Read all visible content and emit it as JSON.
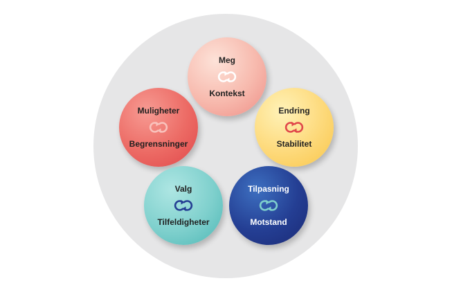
{
  "colors": {
    "ring": "#e6e6e7",
    "meg": "#f7b9ad",
    "endring": "#fdd97a",
    "muligheter": "#ec6a64",
    "valg": "#7fd0cd",
    "tilpasning": "#243e93"
  },
  "nodes": {
    "meg": {
      "top_label": "Meg",
      "bottom_label": "Kontekst",
      "icon": "cycle-arrows-icon",
      "icon_color": "#ffffff"
    },
    "endring": {
      "top_label": "Endring",
      "bottom_label": "Stabilitet",
      "icon": "cycle-arrows-icon",
      "icon_color": "#e0474a"
    },
    "muligheter": {
      "top_label": "Muligheter",
      "bottom_label": "Begrensninger",
      "icon": "cycle-arrows-icon",
      "icon_color": "#f9c2bc"
    },
    "valg": {
      "top_label": "Valg",
      "bottom_label": "Tilfeldigheter",
      "icon": "cycle-arrows-icon",
      "icon_color": "#243e93"
    },
    "tilpasning": {
      "top_label": "Tilpasning",
      "bottom_label": "Motstand",
      "icon": "cycle-arrows-icon",
      "icon_color": "#7fd0cd"
    }
  }
}
